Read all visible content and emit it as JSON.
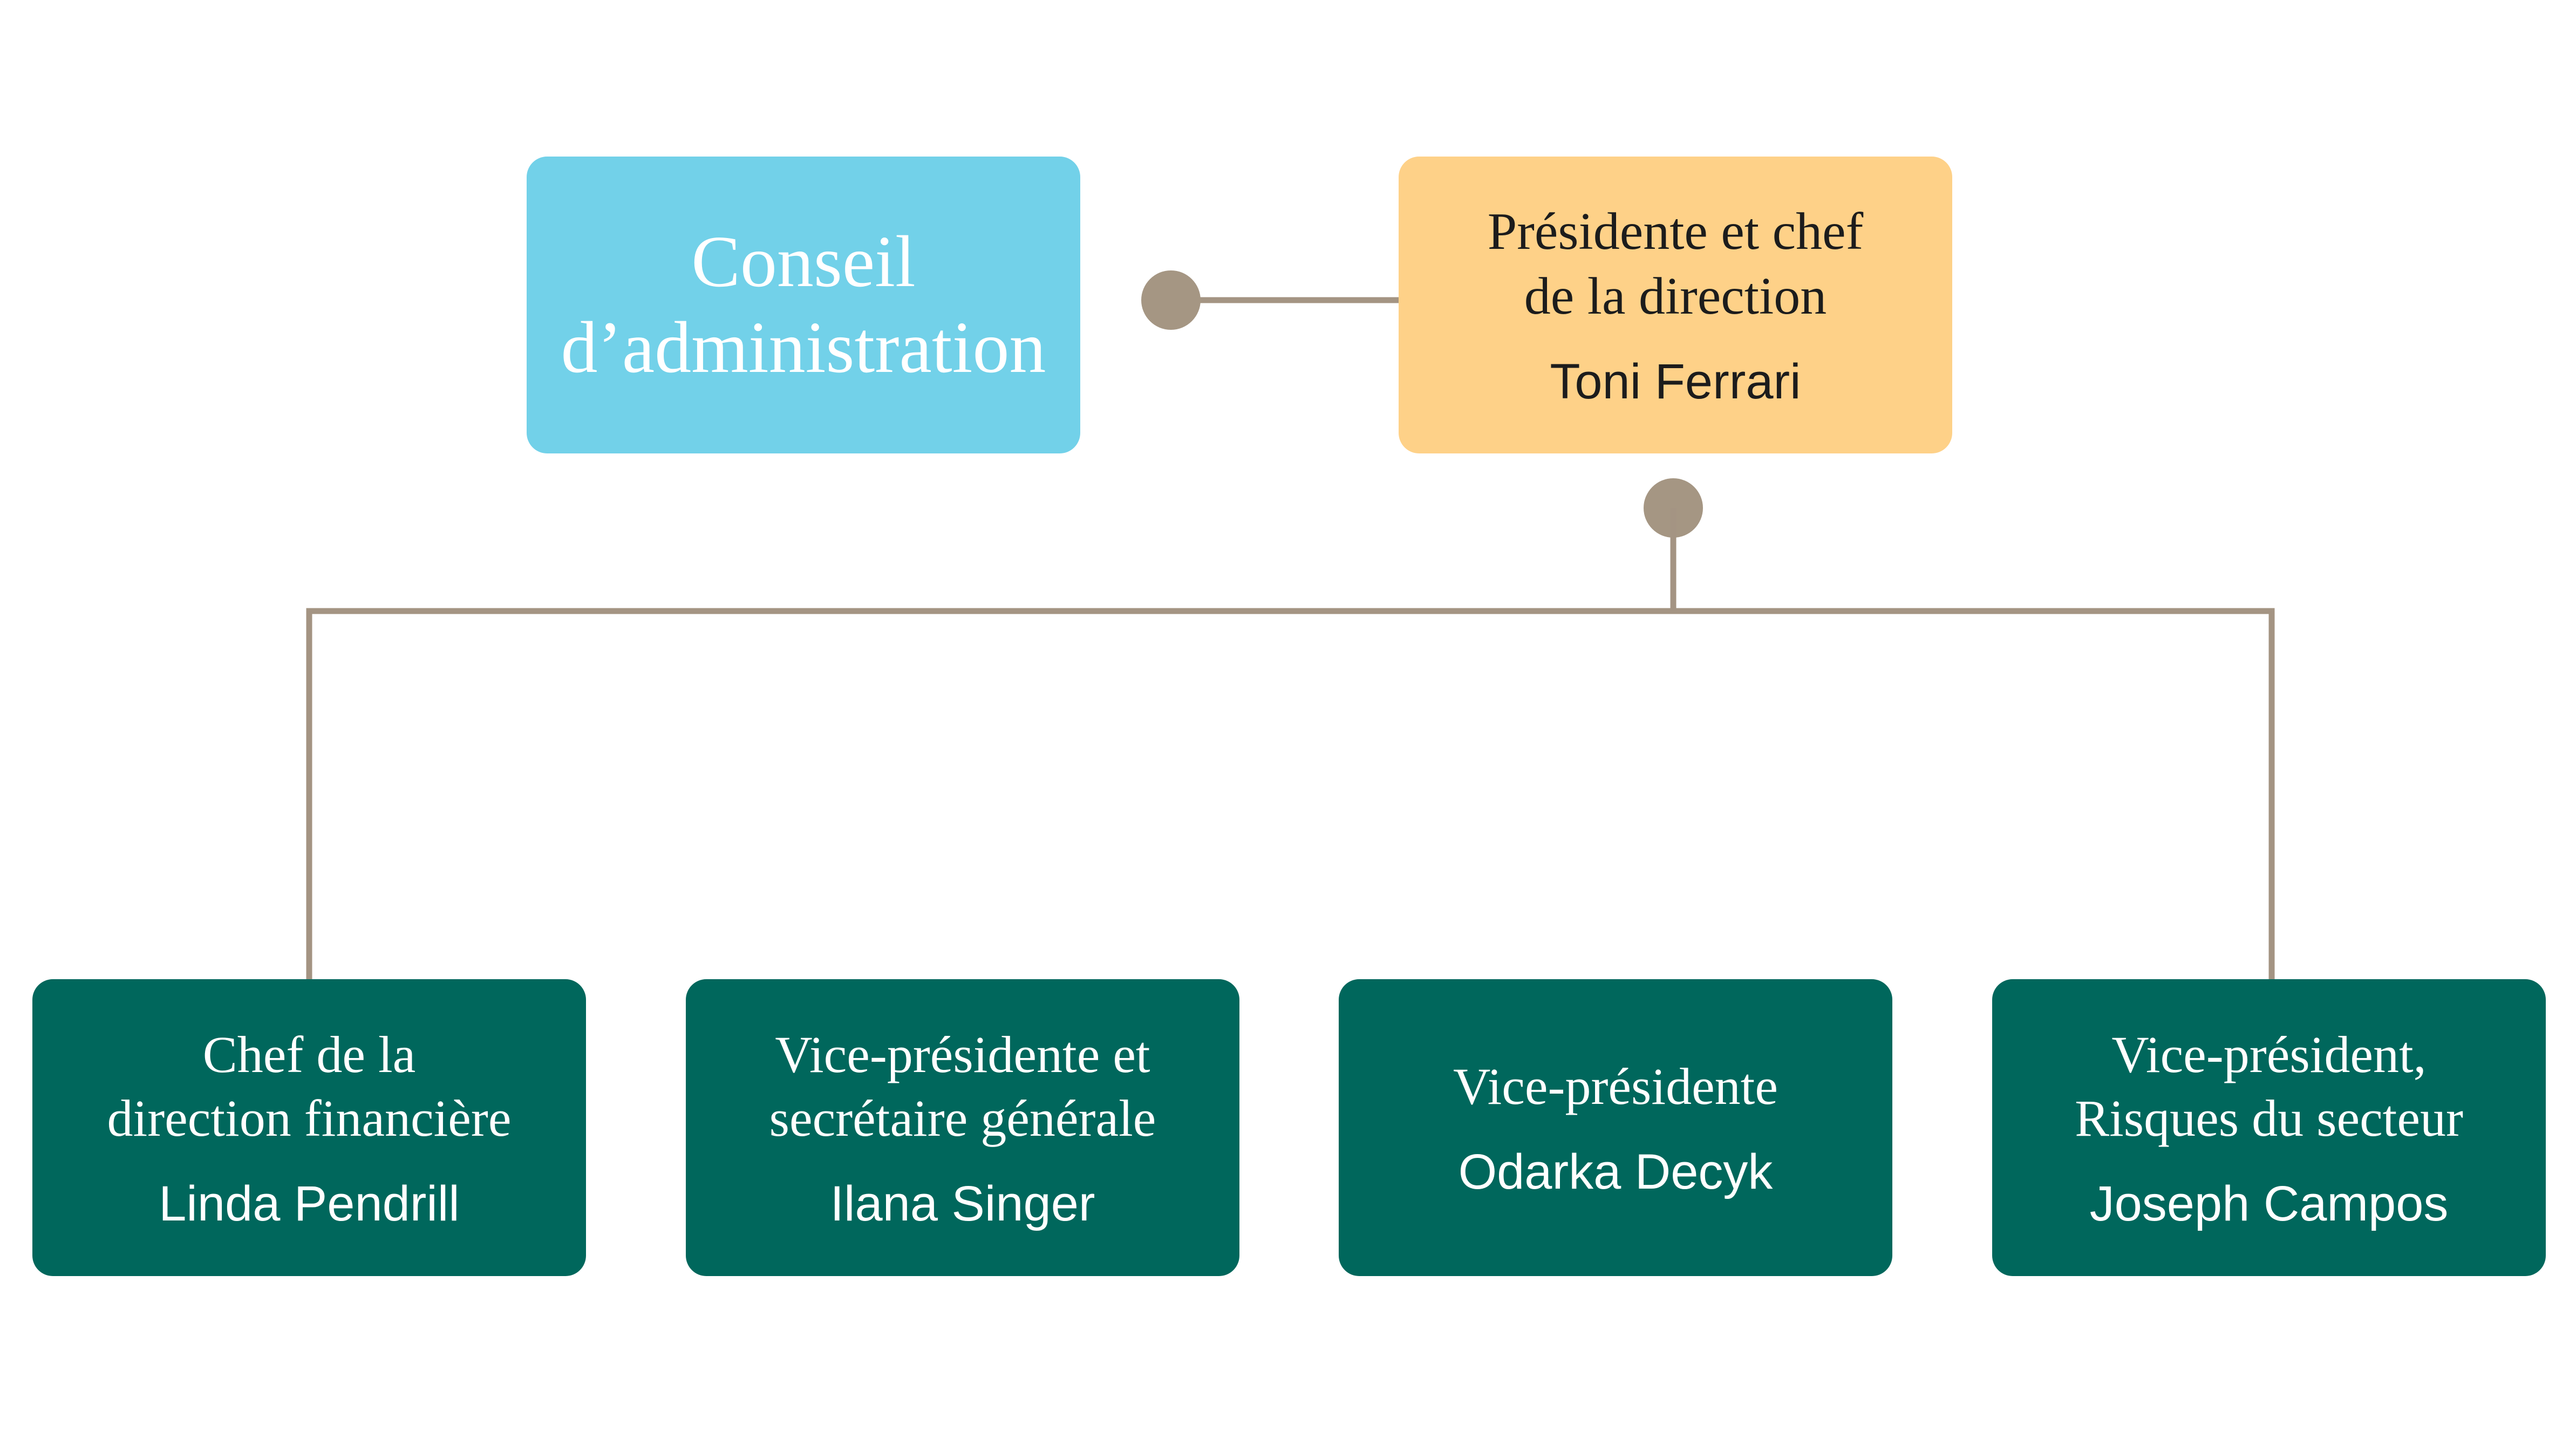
{
  "colors": {
    "board_fill": "#72d1e9",
    "ceo_fill": "#fed188",
    "report_fill": "#00675c",
    "connector": "#a49483",
    "connector_dot": "#a59683"
  },
  "board": {
    "title_line1": "Conseil",
    "title_line2": "d’administration"
  },
  "ceo": {
    "title_line1": "Présidente et chef",
    "title_line2": "de la direction",
    "name": "Toni Ferrari"
  },
  "reports": [
    {
      "title_line1": "Chef de la",
      "title_line2": "direction financière",
      "name": "Linda Pendrill"
    },
    {
      "title_line1": "Vice-présidente et",
      "title_line2": "secrétaire générale",
      "name": "Ilana Singer"
    },
    {
      "title_line1": "Vice-présidente",
      "title_line2": "",
      "name": "Odarka Decyk"
    },
    {
      "title_line1": "Vice-président,",
      "title_line2": "Risques du secteur",
      "name": "Joseph Campos"
    }
  ]
}
